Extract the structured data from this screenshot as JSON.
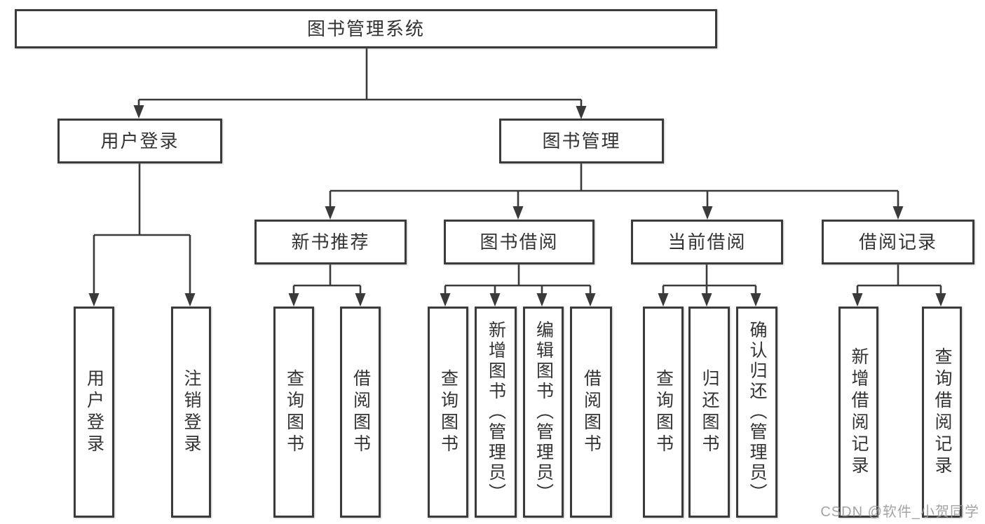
{
  "diagram": {
    "type": "function-structure-tree",
    "tree": {
      "label": "图书管理系统",
      "children": [
        {
          "label": "用户登录",
          "children": [
            {
              "label": "用户登录"
            },
            {
              "label": "注销登录"
            }
          ]
        },
        {
          "label": "图书管理",
          "children": [
            {
              "label": "新书推荐",
              "children": [
                {
                  "label": "查询图书"
                },
                {
                  "label": "借阅图书"
                }
              ]
            },
            {
              "label": "图书借阅",
              "children": [
                {
                  "label": "查询图书"
                },
                {
                  "label": "新增图书（管理员）"
                },
                {
                  "label": "编辑图书（管理员）"
                },
                {
                  "label": "借阅图书"
                }
              ]
            },
            {
              "label": "当前借阅",
              "children": [
                {
                  "label": "查询图书"
                },
                {
                  "label": "归还图书"
                },
                {
                  "label": "确认归还（管理员）"
                }
              ]
            },
            {
              "label": "借阅记录",
              "children": [
                {
                  "label": "新增借阅记录"
                },
                {
                  "label": "查询借阅记录"
                }
              ]
            }
          ]
        }
      ]
    },
    "colors": {
      "line": "#3a3a3a",
      "box_border": "#3b3b3b",
      "text": "#333333",
      "background": "#ffffff",
      "watermark": "#9a9a9a"
    }
  },
  "watermark": {
    "text": "CSDN @软件_小贺同学"
  }
}
